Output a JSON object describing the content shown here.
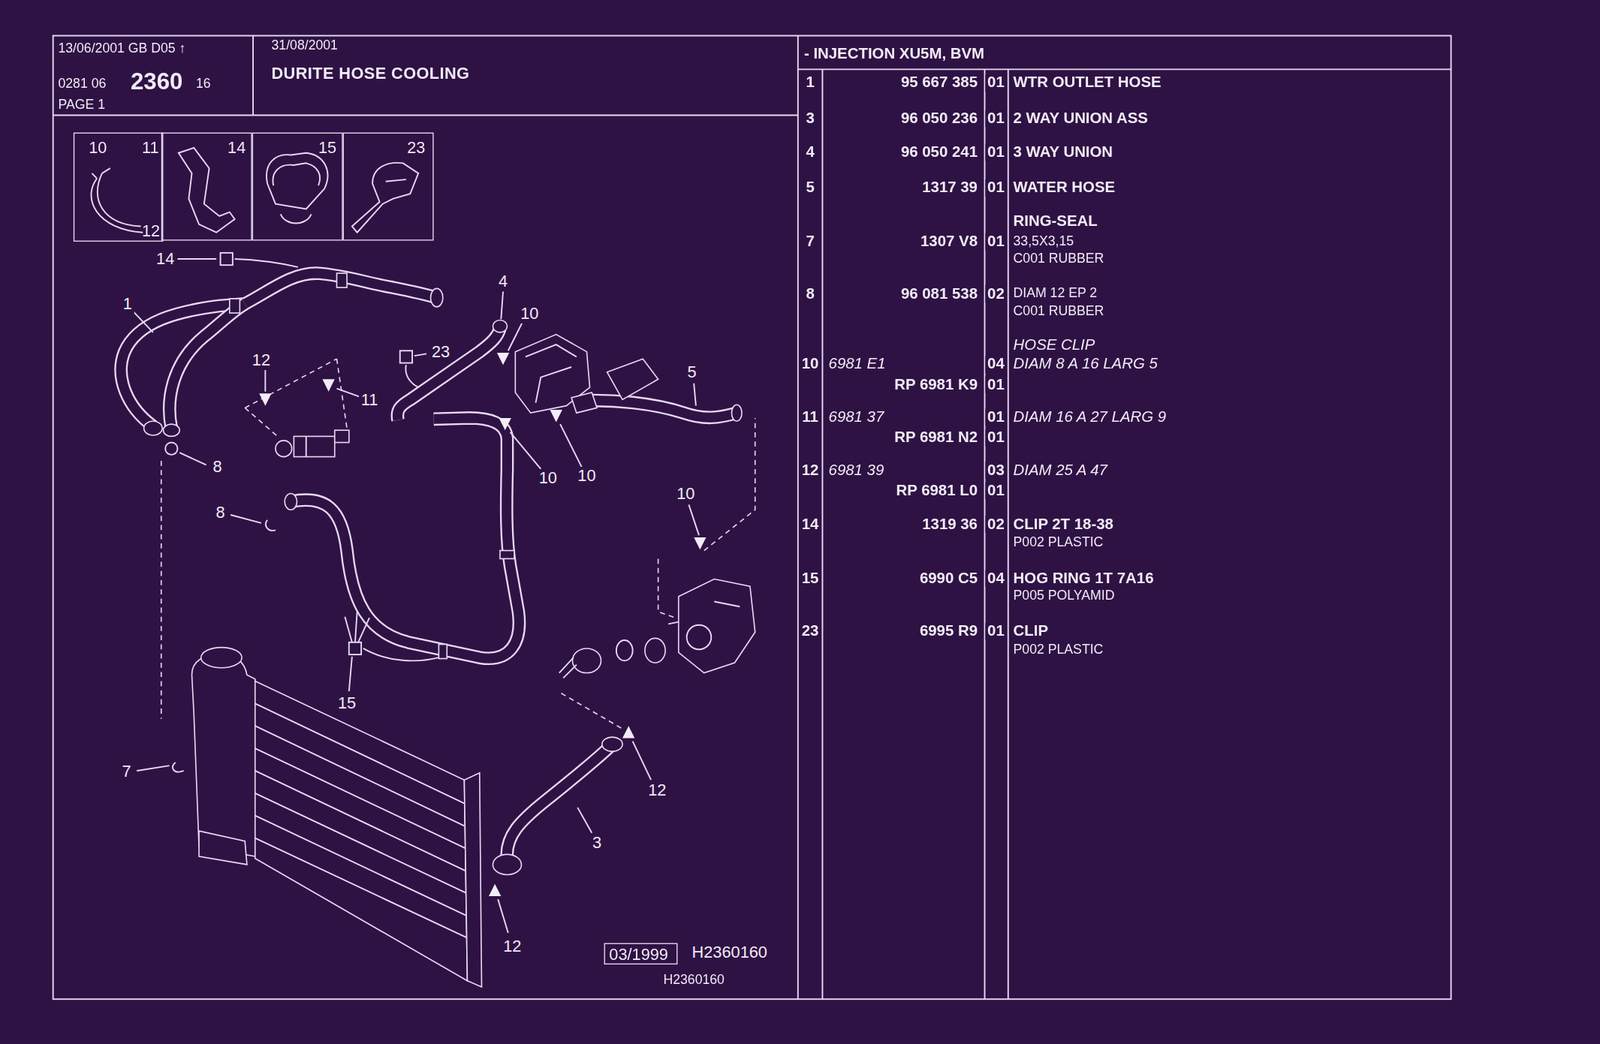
{
  "diagram": {
    "title": "DURITE HOSE COOLING",
    "nodes": [
      {
        "text": [
          "13/06/2001 GB D05 ↑",
          "0281 06",
          "2360",
          "16",
          "PAGE 1"
        ]
      },
      {
        "text": [
          "31/08/2001"
        ]
      },
      {
        "text": [
          "- INJECTION XU5M, BVM"
        ]
      },
      {
        "text": [
          "10",
          "11",
          "12"
        ]
      },
      {
        "text": [
          "14"
        ]
      },
      {
        "text": [
          "15"
        ]
      },
      {
        "text": [
          "23"
        ]
      },
      {
        "text": [
          "03/1999"
        ]
      }
    ],
    "labels": [
      "1",
      "95 667 385",
      "01",
      "WTR OUTLET HOSE",
      "3",
      "96 050 236",
      "01",
      "2 WAY UNION ASS",
      "4",
      "96 050 241",
      "01",
      "3 WAY UNION",
      "5",
      "1317 39",
      "01",
      "WATER HOSE",
      "RING-SEAL",
      "7",
      "1307 V8",
      "01",
      "33,5X3,15",
      "C001 RUBBER",
      "8",
      "96 081 538",
      "02",
      "DIAM 12 EP 2",
      "C001 RUBBER",
      "HOSE CLIP",
      "10",
      "6981 E1",
      "04",
      "DIAM 8 A 16 LARG 5",
      "RP 6981 K9",
      "01",
      "11",
      "6981 37",
      "01",
      "DIAM 16 A 27 LARG 9",
      "RP 6981 N2",
      "01",
      "12",
      "6981 39",
      "03",
      "DIAM 25 A 47",
      "RP 6981 L0",
      "01",
      "14",
      "1319 36",
      "02",
      "CLIP 2T 18-38",
      "P002 PLASTIC",
      "15",
      "6990 C5",
      "04",
      "HOG RING 1T 7A16",
      "P005 POLYAMID",
      "23",
      "6995 R9",
      "01",
      "CLIP",
      "P002 PLASTIC",
      "14",
      "1",
      "12",
      "11",
      "23",
      "4",
      "10",
      "5",
      "8",
      "10",
      "10",
      "10",
      "8",
      "15",
      "7",
      "12",
      "3",
      "12",
      "H2360160",
      "H2360160"
    ]
  }
}
